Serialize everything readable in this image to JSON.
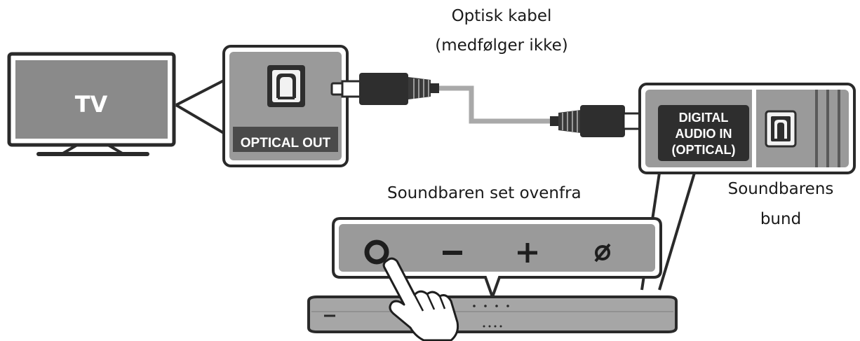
{
  "cable": {
    "line1": "Optisk kabel",
    "line2": "(medfølger ikke)"
  },
  "tv": {
    "label": "TV",
    "port_label": "OPTICAL OUT"
  },
  "soundbar_bottom": {
    "port_label_line1": "DIGITAL",
    "port_label_line2": "AUDIO IN",
    "port_label_line3": "(OPTICAL)",
    "caption_line1": "Soundbarens",
    "caption_line2": "bund"
  },
  "soundbar_top": {
    "caption": "Soundbaren set ovenfra",
    "buttons": [
      {
        "name": "power-source-button",
        "glyph": ""
      },
      {
        "name": "volume-down-button",
        "glyph": "−"
      },
      {
        "name": "volume-up-button",
        "glyph": "+"
      },
      {
        "name": "mute-button",
        "glyph": "ø"
      }
    ]
  },
  "colors": {
    "tv_screen": "#8a8a8a",
    "panel": "#9a9a9a",
    "port_dark": "#2e2e2e",
    "cable": "#a9a9a9",
    "soundbar_body": "#a6a6a6"
  }
}
